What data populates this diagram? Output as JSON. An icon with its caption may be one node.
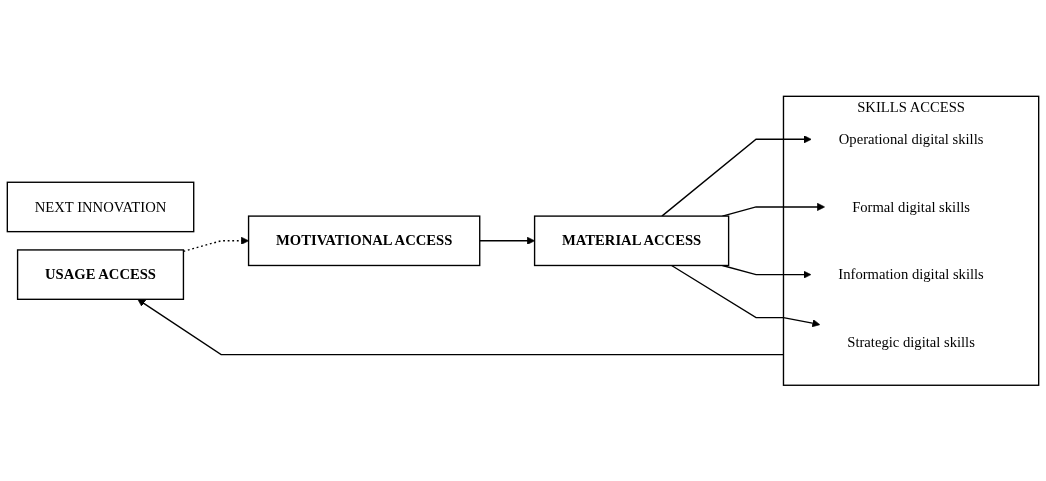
{
  "diagram": {
    "nodes": [
      {
        "text": [
          "USAGE ACCESS"
        ]
      },
      {
        "text": [
          "SKILLS ACCESS"
        ]
      },
      {
        "text": [
          "Strategic digital skills"
        ],
        "in": 1
      },
      {
        "text": [
          "Information digital skills"
        ],
        "in": 1
      },
      {
        "text": [
          "Formal digital skills"
        ],
        "in": 1
      },
      {
        "text": [
          "Operational digital skills"
        ],
        "in": 1
      },
      {
        "text": [
          "MATERIAL ACCESS"
        ]
      },
      {
        "text": [
          "MOTIVATIONAL ACCESS"
        ]
      },
      {
        "text": [
          "NEXT INNOVATION"
        ]
      }
    ],
    "edges": [
      {
        "from": 7,
        "to": 6,
        "arrow": "to"
      },
      {
        "from": 6,
        "to": 5,
        "arrow": "to"
      },
      {
        "from": 6,
        "to": 4,
        "arrow": "to"
      },
      {
        "from": 6,
        "to": 3,
        "arrow": "to"
      },
      {
        "from": 6,
        "to": 2,
        "arrow": "to"
      },
      {
        "from": 1,
        "to": 0,
        "arrow": "to"
      },
      {
        "from": 0,
        "to": 7,
        "arrow": "to",
        "style": "dashed"
      }
    ]
  }
}
